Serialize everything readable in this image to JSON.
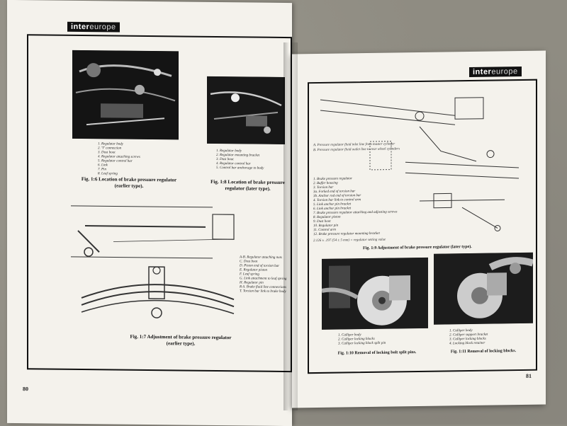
{
  "left_page": {
    "badge": {
      "brand_bold": "inter",
      "brand_light": "europe"
    },
    "fig_1_6": {
      "legend": [
        "1. Regulator body",
        "2. 'T' connection",
        "3. Dust boot",
        "4. Regulator attaching screws",
        "5. Regulator control bar",
        "6. Link",
        "7. Pin",
        "8. Leaf spring"
      ],
      "caption_line1": "Fig. 1:6 Location of brake pressure regulator",
      "caption_line2": "(earlier type)."
    },
    "fig_1_8": {
      "legend": [
        "1. Regulator body",
        "2. Regulator mounting bracket",
        "3. Dust boot",
        "4. Regulator control bar",
        "5. Control bar anchorage to body"
      ],
      "caption_line1": "Fig. 1:8 Location of brake pressure",
      "caption_line2": "regulator (later type)."
    },
    "fig_1_7": {
      "legend": [
        "A-B. Regulator attaching nuts",
        "C. Dust boot",
        "D. Piston end of torsion bar",
        "E. Regulator piston",
        "F. Leaf spring",
        "G. Link attachment to leaf spring",
        "H. Regulator pin",
        "R-S. Brake fluid line connections",
        "T. Torsion bar link to brake body"
      ],
      "caption_line1": "Fig. 1:7 Adjustment of brake pressure regulator",
      "caption_line2": "(earlier type)."
    },
    "page_number": "80"
  },
  "right_page": {
    "badge": {
      "brand_bold": "inter",
      "brand_light": "europe"
    },
    "fig_1_9": {
      "notes": [
        "A. Pressure regulator fluid inlet line from master cylinder",
        "B. Pressure regulator fluid outlet line to rear wheel cylinders"
      ],
      "legend": [
        "1. Brake pressure regulator",
        "2. Buffer housing",
        "3. Torsion bar",
        "3a. Forked end of torsion bar",
        "3b. Anchor rod end of torsion bar",
        "4. Torsion bar link to control arm",
        "5. Link anchor pin bracket",
        "6. Link anchor pin bracket",
        "7. Brake pressure regulator attaching and adjusting screws",
        "8. Regulator piston",
        "9. Dust boot",
        "10. Regulator pin",
        "11. Control arm",
        "12. Brake pressure regulator mounting bracket"
      ],
      "spacing_note": "2.126 ± .197 (54 ± 5 mm) = regulator setting value",
      "caption": "Fig. 1:9 Adjustment of brake pressure regulator (later type)."
    },
    "fig_1_10": {
      "legend": [
        "1. Calliper body",
        "2. Calliper locking blocks",
        "3. Calliper locking block split pin"
      ],
      "caption": "Fig. 1:10 Removal of locking bolt split pins."
    },
    "fig_1_11": {
      "legend": [
        "1. Calliper body",
        "2. Calliper support bracket",
        "3. Calliper locking blocks",
        "4. Locking block retainer"
      ],
      "caption": "Fig. 1:11 Removal of locking blocks."
    },
    "page_number": "81"
  }
}
